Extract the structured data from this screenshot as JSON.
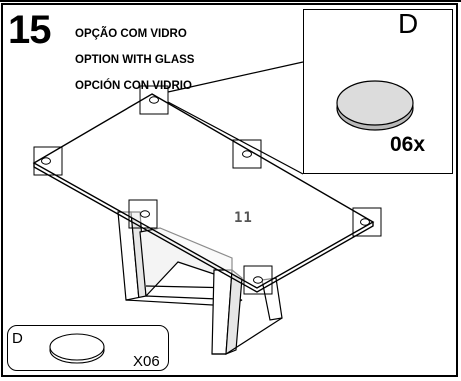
{
  "step": {
    "number": "15",
    "title_lines": [
      "OPÇÃO COM VIDRO",
      "OPTION WITH GLASS",
      "OPCIÓN CON VIDRIO"
    ]
  },
  "detail": {
    "letter": "D",
    "quantity": "06x",
    "icon": "round-glass-bumper-pad"
  },
  "drawing": {
    "part_number": "11",
    "icons": [
      "glass-tabletop",
      "table-base",
      "bumper-pad-marker"
    ]
  },
  "legend": {
    "letter": "D",
    "quantity": "X06",
    "icon": "round-pad-outline"
  }
}
